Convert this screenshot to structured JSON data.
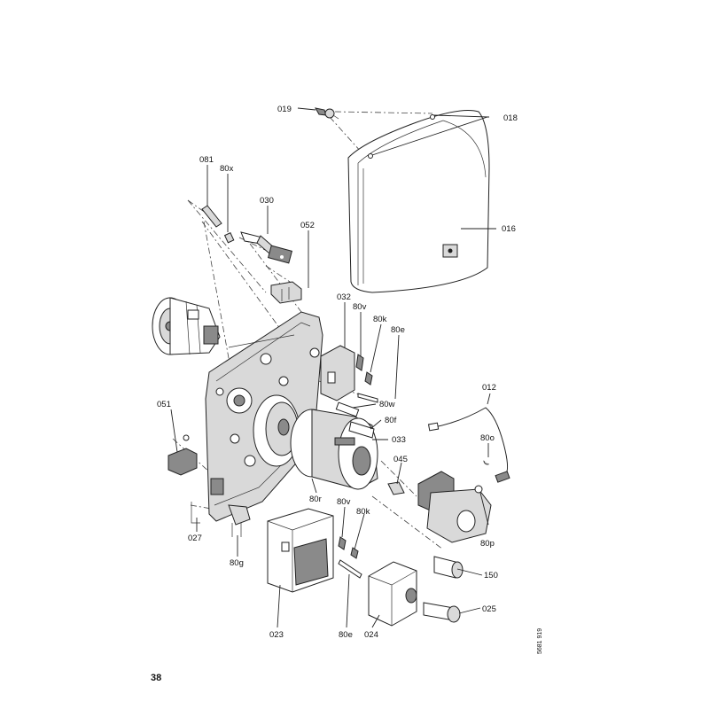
{
  "page_number": "38",
  "drawing_number": "5681 919",
  "callouts": {
    "c019": "019",
    "c018": "018",
    "c016": "016",
    "c081": "081",
    "c80x": "80x",
    "c030": "030",
    "c052": "052",
    "c032": "032",
    "c80v_top": "80v",
    "c80k_top": "80k",
    "c80e_top": "80e",
    "c80w": "80w",
    "c80f": "80f",
    "c033": "033",
    "c045": "045",
    "c012": "012",
    "c80o": "80o",
    "c80p": "80p",
    "c051": "051",
    "c027": "027",
    "c80r": "80r",
    "c80v_bottom": "80v",
    "c80k_bottom": "80k",
    "c80g": "80g",
    "c150": "150",
    "c025": "025",
    "c023": "023",
    "c80e_bottom": "80e",
    "c024": "024"
  }
}
